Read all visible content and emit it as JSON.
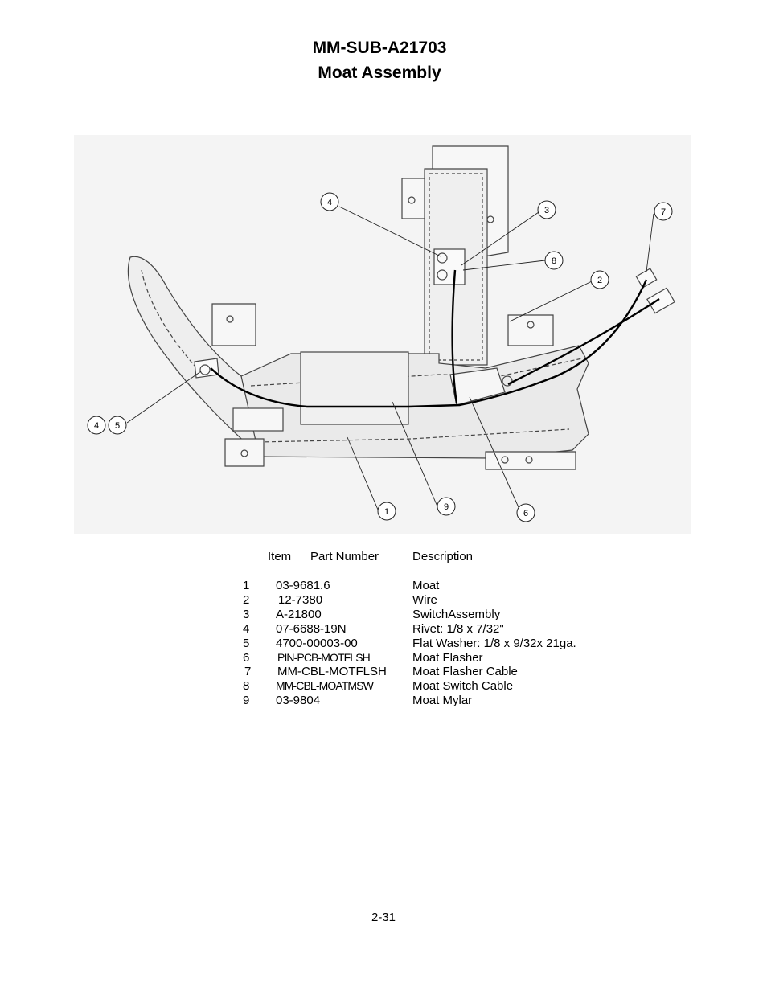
{
  "header": {
    "title_line1": "MM-SUB-A21703",
    "title_line2": "Moat Assembly"
  },
  "drawing": {
    "callouts": [
      "4",
      "3",
      "7",
      "8",
      "2",
      "4",
      "5",
      "1",
      "9",
      "6"
    ]
  },
  "parts_table": {
    "columns": [
      "Item",
      "Part Number",
      "Description"
    ],
    "rows": [
      {
        "item": "1",
        "part": "03-9681.6",
        "desc": "Moat"
      },
      {
        "item": "2",
        "part": "12-7380",
        "desc": "Wire"
      },
      {
        "item": "3",
        "part": "A-21800",
        "desc": "SwitchAssembly"
      },
      {
        "item": "4",
        "part": "07-6688-19N",
        "desc": "Rivet: 1/8 x 7/32\""
      },
      {
        "item": "5",
        "part": "4700-00003-00",
        "desc": "Flat Washer: 1/8 x 9/32x 21ga."
      },
      {
        "item": "6",
        "part": "PIN-PCB-MOTFLSH",
        "desc": "Moat Flasher"
      },
      {
        "item": "7",
        "part": "MM-CBL-MOTFLSH",
        "desc": "Moat Flasher Cable"
      },
      {
        "item": "8",
        "part": "MM-CBL-MOATMSW",
        "desc": "Moat Switch Cable"
      },
      {
        "item": "9",
        "part": "03-9804",
        "desc": "Moat Mylar"
      }
    ]
  },
  "footer": {
    "page_number": "2-31"
  }
}
